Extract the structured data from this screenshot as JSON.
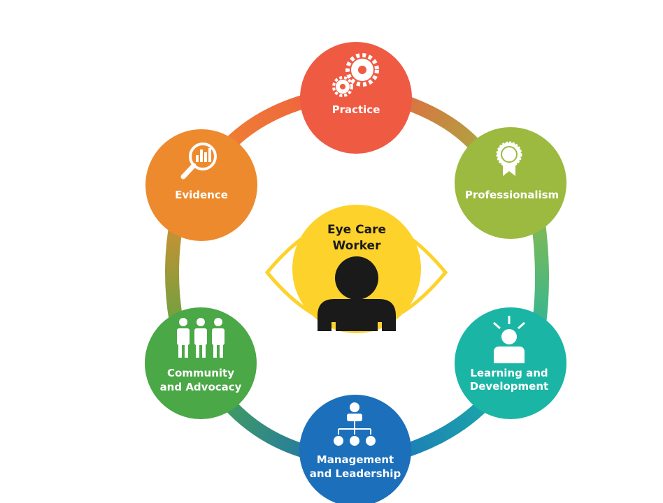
{
  "center": {
    "line1": "Eye Care",
    "line2": "Worker",
    "fill_color": "#fdd22b",
    "outline_color": "#fdd22b",
    "figure_color": "#1a1a1a",
    "icon": "person-silhouette-icon"
  },
  "nodes": [
    {
      "id": "practice",
      "line1": "Practice",
      "line2": "",
      "color": "#ef5a43",
      "icon": "gears-icon"
    },
    {
      "id": "professionalism",
      "line1": "Professionalism",
      "line2": "",
      "color": "#9cba3f",
      "icon": "award-ribbon-icon"
    },
    {
      "id": "learning",
      "line1": "Learning and",
      "line2": "Development",
      "color": "#1bb5a5",
      "icon": "person-focus-icon"
    },
    {
      "id": "management",
      "line1": "Management",
      "line2": "and Leadership",
      "color": "#1c6fba",
      "icon": "org-chart-icon"
    },
    {
      "id": "community",
      "line1": "Community",
      "line2": "and Advocacy",
      "color": "#4aa846",
      "icon": "group-of-people-icon"
    },
    {
      "id": "evidence",
      "line1": "Evidence",
      "line2": "",
      "color": "#ee8a2e",
      "icon": "magnifier-chart-icon"
    }
  ]
}
